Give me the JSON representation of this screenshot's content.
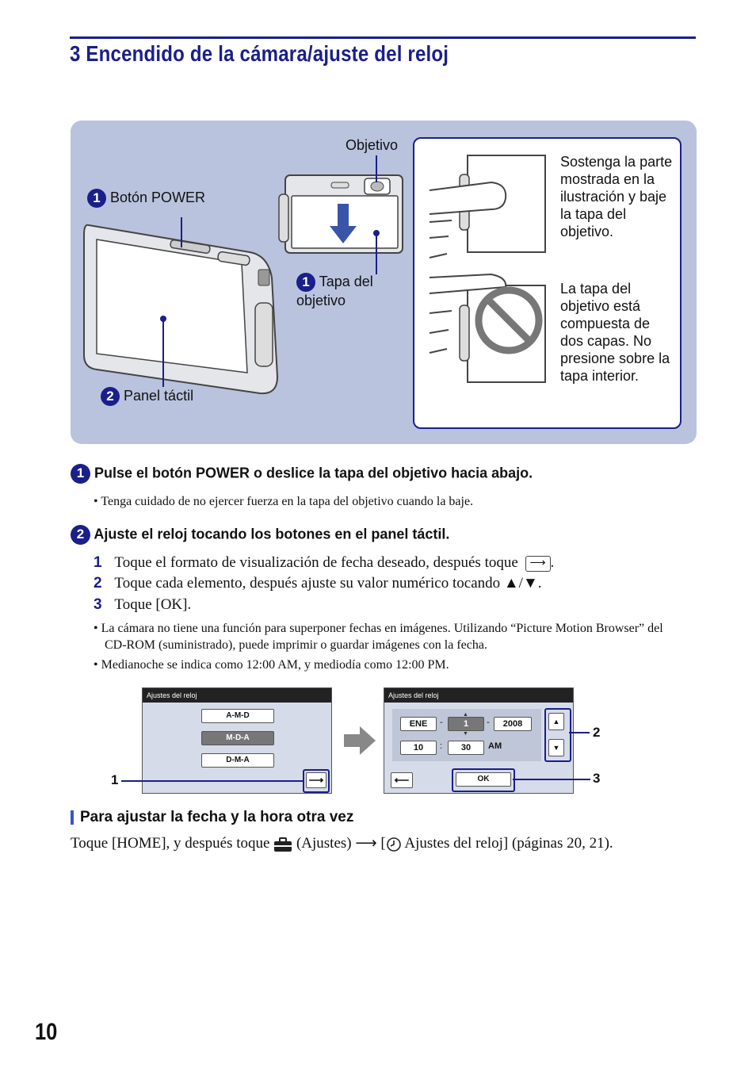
{
  "header": {
    "title": "3 Encendido de la cámara/ajuste del reloj"
  },
  "figure": {
    "label_objetivo": "Objetivo",
    "label_power_num": "1",
    "label_power": "Botón POWER",
    "label_tapa_num": "1",
    "label_tapa": "Tapa del objetivo",
    "label_panel_num": "2",
    "label_panel": "Panel táctil",
    "note_hold": "Sostenga la parte mostrada en la ilustración y baje la tapa del objetivo.",
    "note_layers": "La tapa del objetivo está compuesta de dos capas. No presione sobre la tapa interior."
  },
  "step1": {
    "num": "1",
    "heading": "Pulse el botón POWER o deslice la tapa del objetivo hacia abajo.",
    "bullet": "Tenga cuidado de no ejercer fuerza en la tapa del objetivo cuando la baje."
  },
  "step2": {
    "num": "2",
    "heading": "Ajuste el reloj tocando los botones en el panel táctil.",
    "items": [
      {
        "n": "1",
        "text": "Toque el formato de visualización de fecha deseado, después toque"
      },
      {
        "n": "2",
        "text": "Toque cada elemento, después ajuste su valor numérico tocando ▲/▼."
      },
      {
        "n": "3",
        "text": "Toque [OK]."
      }
    ],
    "item1_end": ".",
    "bullets": [
      "La cámara no tiene una función para superponer fechas en imágenes. Utilizando “Picture Motion Browser” del CD-ROM (suministrado), puede imprimir o guardar imágenes con la fecha.",
      "Medianoche se indica como 12:00 AM, y mediodía como 12:00 PM."
    ]
  },
  "screen1": {
    "title": "Ajustes del reloj",
    "options": [
      "A-M-D",
      "M-D-A",
      "D-M-A"
    ],
    "selected": "M-D-A",
    "callout": "1"
  },
  "screen2": {
    "title": "Ajustes del reloj",
    "month": "ENE",
    "day": "1",
    "year": "2008",
    "sep_date": "-",
    "hour": "10",
    "minute": "30",
    "sep_time": ":",
    "ampm": "AM",
    "ok": "OK",
    "callout_arrows": "2",
    "callout_ok": "3"
  },
  "section": {
    "heading": "Para ajustar la fecha y la hora otra vez",
    "text_a": "Toque [HOME], y después toque",
    "text_b": "(Ajustes)",
    "text_c": "[",
    "text_d": "Ajustes del reloj] (páginas 20, 21)."
  },
  "page_number": "10",
  "colors": {
    "accent": "#1a1f8a",
    "panel": "#b9c3de"
  }
}
